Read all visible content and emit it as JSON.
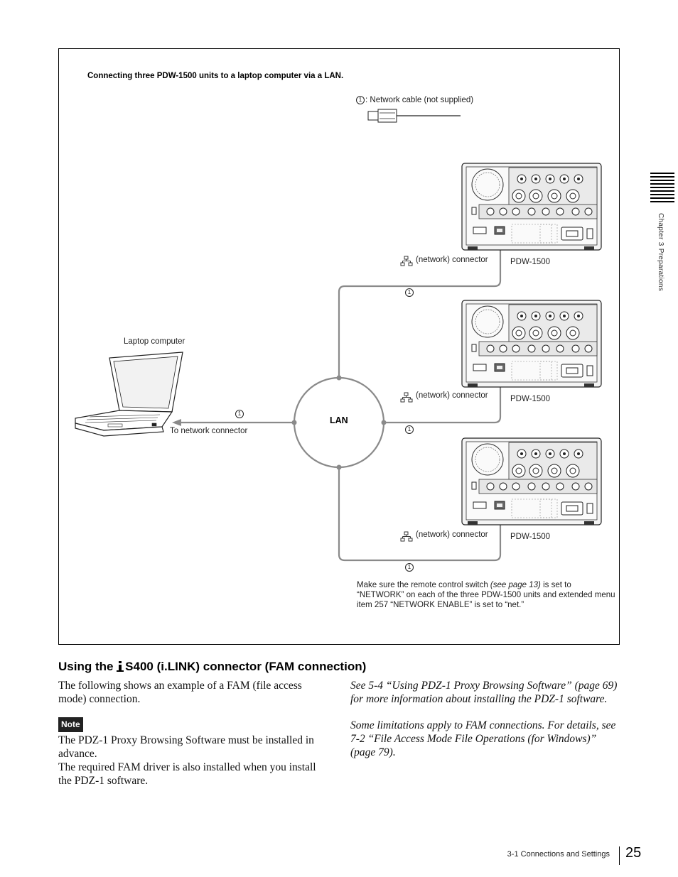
{
  "figure": {
    "title": "Connecting three PDW-1500 units to a laptop computer via a LAN.",
    "cable_legend_num": "1",
    "cable_legend": ": Network cable (not supplied)",
    "laptop_label": "Laptop computer",
    "to_network_connector": "To network connector",
    "lan_label": "LAN",
    "cable_marker": "1",
    "units": [
      {
        "connector_label": "(network) connector",
        "model_label": "PDW-1500"
      },
      {
        "connector_label": "(network) connector",
        "model_label": "PDW-1500"
      },
      {
        "connector_label": "(network) connector",
        "model_label": "PDW-1500"
      }
    ],
    "note_before": "Make sure the remote control switch ",
    "note_ref": "(see page 13)",
    "note_after": " is set to “NETWORK” on each of the three PDW-1500 units and extended menu item 257 “NETWORK ENABLE” is set to “net.”",
    "line_color": "#8a8a8a"
  },
  "section": {
    "heading_pre": "Using the ",
    "heading_post": "S400 (i.LINK) connector (FAM connection)",
    "intro": "The following shows an example of a FAM (file access mode) connection.",
    "note_label": "Note",
    "note_line1": "The PDZ-1 Proxy Browsing Software must be installed in advance.",
    "note_line2": "The required FAM driver is also installed when you install the PDZ-1 software.",
    "right_para1": "See 5-4 “Using PDZ-1 Proxy Browsing Software” (page 69) for more information about installing the PDZ-1 software.",
    "right_para2": "Some limitations apply to FAM connections. For details, see 7-2 “File Access Mode File Operations (for Windows)” (page 79)."
  },
  "side_tab": "Chapter 3  Preparations",
  "footer": {
    "section_name": "3-1 Connections and Settings",
    "page_number": "25"
  }
}
